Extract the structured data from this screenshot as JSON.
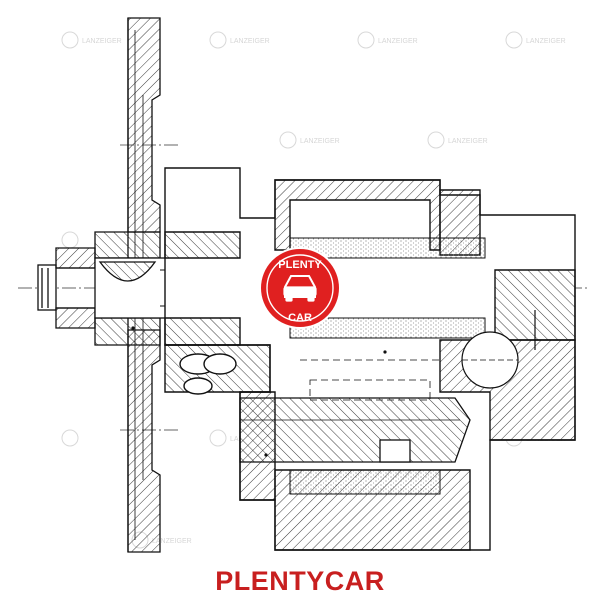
{
  "watermark": {
    "text": "LANZEIGER",
    "color": "#d6d6d6"
  },
  "logo": {
    "top_text": "PLENTY",
    "bottom_text": "CAR",
    "icon": "car-icon",
    "color": "#e02020"
  },
  "brand": {
    "text": "PLENTYCAR",
    "color": "#c81f1f"
  }
}
